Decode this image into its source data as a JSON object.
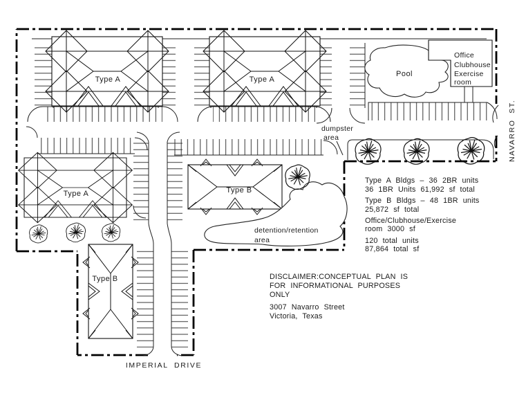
{
  "drawing_title": "Conceptual apartment site plan",
  "colors": {
    "line": "#000000",
    "background": "#ffffff"
  },
  "streets": {
    "navarro": "NAVARRO ST.",
    "imperial": "IMPERIAL DRIVE"
  },
  "labels": {
    "type_a": "Type A",
    "type_b": "Type B",
    "pool": "Pool"
  },
  "clubhouse": {
    "lines": [
      "Office",
      "Clubhouse",
      "Exercise",
      "room"
    ]
  },
  "areas": {
    "dumpster": [
      "dumpster",
      "area"
    ],
    "detention": [
      "detention/retention",
      "area"
    ]
  },
  "stats": {
    "lines": [
      "Type A Bldgs – 36 2BR units",
      "36 1BR Units 61,992 sf total",
      "Type B Bldgs – 48 1BR units",
      "25,872 sf total",
      "Office/Clubhouse/Exercise",
      "room 3000 sf",
      "120 total units",
      "87,864 total sf"
    ]
  },
  "disclaimer": {
    "lines": [
      "DISCLAIMER:CONCEPTUAL PLAN IS",
      "FOR INFORMATIONAL PURPOSES",
      "ONLY"
    ],
    "address": [
      "3007 Navarro Street",
      "Victoria, Texas"
    ]
  }
}
